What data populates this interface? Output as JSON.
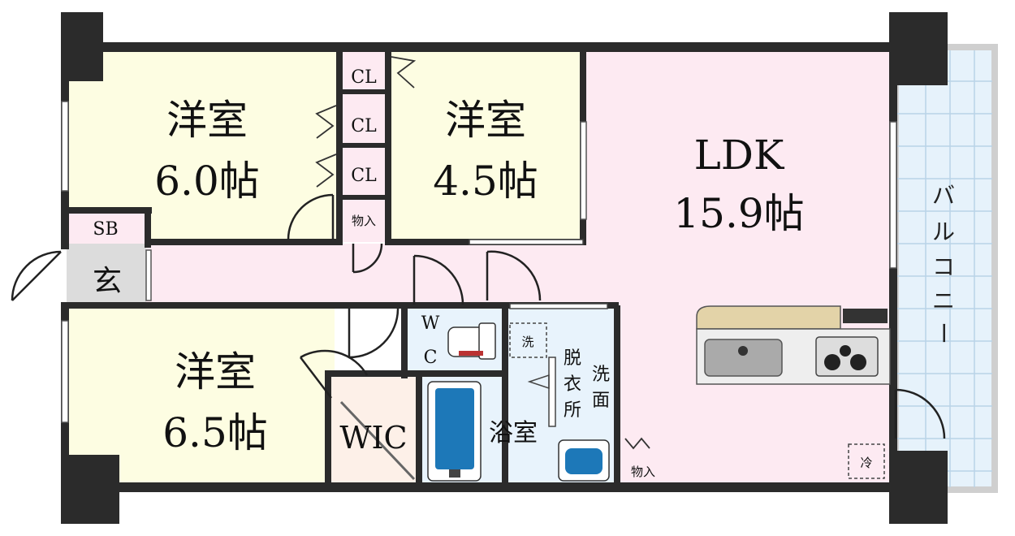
{
  "rooms": {
    "western1": {
      "name": "洋室",
      "size": "6.0帖"
    },
    "western2": {
      "name": "洋室",
      "size": "4.5帖"
    },
    "western3": {
      "name": "洋室",
      "size": "6.5帖"
    },
    "ldk": {
      "name": "LDK",
      "size": "15.9帖"
    }
  },
  "labels": {
    "cl": "CL",
    "storage": "物入",
    "sb": "SB",
    "entrance": "玄",
    "wc_w": "W",
    "wc_c": "C",
    "washer": "洗",
    "dressing": [
      "脱",
      "衣",
      "所"
    ],
    "washbasin": [
      "洗",
      "面"
    ],
    "bath": "浴室",
    "wic": "WIC",
    "fridge": "冷",
    "balcony": [
      "バ",
      "ル",
      "コ",
      "ニ",
      "ー"
    ]
  },
  "colors": {
    "wall": "#2b2b2b",
    "western": "#fdfde2",
    "ldk": "#fdeaf2",
    "bath": "#e8f3fc",
    "wic": "#fdf0e8",
    "entrance": "#dcdcdc",
    "balcony": "#e6f2fb",
    "counter": "#e3d3a8"
  }
}
